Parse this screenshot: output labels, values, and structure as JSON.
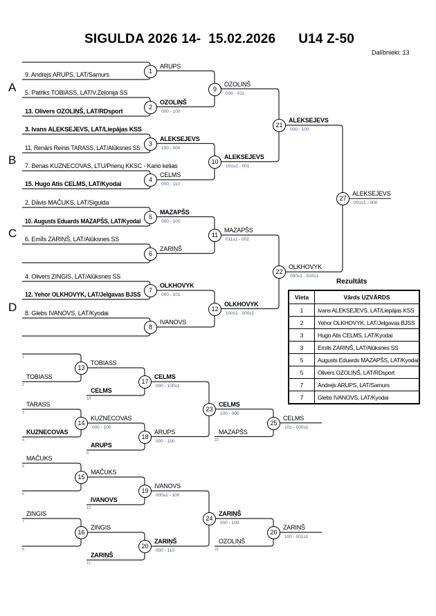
{
  "header": {
    "title": "SIGULDA 2026 14-  15.02.2026      U14 Z-50",
    "participants": "Dalībnieki: 13"
  },
  "pools": [
    "A",
    "B",
    "C",
    "D"
  ],
  "main": {
    "entries": [
      {
        "name": "",
        "highlighted": false
      },
      {
        "name": "9. Andrejs ARUPS, LAT/Samurs",
        "highlighted": false
      },
      {
        "name": "5. Patriks TOBIASS, LAT/V.Zeļonija SS",
        "highlighted": false
      },
      {
        "name": "13. Olivers OZOLIŅŠ, LAT/RDsport",
        "highlighted": true
      },
      {
        "name": "3. Ivans ALEKSEJEVS, LAT/Liepājas KSS",
        "highlighted": true
      },
      {
        "name": "11. Renārs Reinis TARASS, LAT/Alūksnes SS",
        "highlighted": false
      },
      {
        "name": "7. Benas KUZNECOVAS, LTU/Prienų KKSC - Kario kelias",
        "highlighted": false
      },
      {
        "name": "15. Hugo Atis CELMS, LAT/Kyodai",
        "highlighted": true
      },
      {
        "name": "2. Dāvis MAČUKS, LAT/Sigulda",
        "highlighted": false
      },
      {
        "name": "10. Augusts Eduards MAZAPŠS, LAT/Kyodai",
        "highlighted": true
      },
      {
        "name": "6. Emīls ZARIŅŠ, LAT/Alūksnes SS",
        "highlighted": false
      },
      {
        "name": "",
        "highlighted": false
      },
      {
        "name": "4. Olivers ZINGIS, LAT/Alūksnes SS",
        "highlighted": false
      },
      {
        "name": "12. Yehor OLKHOVYK, LAT/Jelgavas BJSS",
        "highlighted": true
      },
      {
        "name": "8. Glebs IVANOVS, LAT/Kyodai",
        "highlighted": false
      },
      {
        "name": "",
        "highlighted": false
      }
    ],
    "matches": [
      {
        "no": "1",
        "winner": "ARUPS",
        "highlighted": false,
        "score": ""
      },
      {
        "no": "2",
        "winner": "OZOLIŅŠ",
        "highlighted": true,
        "score": "000 - 100"
      },
      {
        "no": "3",
        "winner": "ALEKSEJEVS",
        "highlighted": true,
        "score": "100 - 000"
      },
      {
        "no": "4",
        "winner": "CELMS",
        "highlighted": false,
        "score": "000 - 110"
      },
      {
        "no": "5",
        "winner": "MAZAPŠS",
        "highlighted": true,
        "score": "000 - 100"
      },
      {
        "no": "6",
        "winner": "ZARIŅŠ",
        "highlighted": false,
        "score": ""
      },
      {
        "no": "7",
        "winner": "OLKHOVYK",
        "highlighted": true,
        "score": "000 - 101"
      },
      {
        "no": "8",
        "winner": "IVANOVS",
        "highlighted": false,
        "score": ""
      },
      {
        "no": "9",
        "winner": "OZOLIŅŠ",
        "highlighted": false,
        "score": "000 - 011"
      },
      {
        "no": "10",
        "winner": "ALEKSEJEVS",
        "highlighted": true,
        "score": "101s2 - 001"
      },
      {
        "no": "11",
        "winner": "MAZAPŠS",
        "highlighted": false,
        "score": "011s1 - 002"
      },
      {
        "no": "12",
        "winner": "OLKHOVYK",
        "highlighted": true,
        "score": "100s1 - 000s1"
      },
      {
        "no": "21",
        "winner": "ALEKSEJEVS",
        "highlighted": true,
        "score": "000 - 100"
      },
      {
        "no": "22",
        "winner": "OLKHOVYK",
        "highlighted": false,
        "score": "000s1 - 010s1"
      },
      {
        "no": "27",
        "winner": "ALEKSEJEVS",
        "highlighted": false,
        "score": "001s1 - 000"
      }
    ]
  },
  "repechage": {
    "entries": [
      {
        "name": "",
        "seed": "1",
        "highlighted": false
      },
      {
        "name": "TOBIASS",
        "seed": "2",
        "highlighted": false
      },
      {
        "name": "CELMS",
        "seed": "10",
        "highlighted": true
      },
      {
        "name": "TARASS",
        "seed": "3",
        "highlighted": false
      },
      {
        "name": "KUZNECOVAS",
        "seed": "4",
        "highlighted": true
      },
      {
        "name": "ARUPS",
        "seed": "9",
        "highlighted": true
      },
      {
        "name": "MAZAPŠS",
        "seed": "22",
        "highlighted": false
      },
      {
        "name": "MAČUKS",
        "seed": "5",
        "highlighted": false
      },
      {
        "name": "",
        "seed": "6",
        "highlighted": false
      },
      {
        "name": "IVANOVS",
        "seed": "12",
        "highlighted": true
      },
      {
        "name": "ZINGIS",
        "seed": "7",
        "highlighted": false
      },
      {
        "name": "",
        "seed": "8",
        "highlighted": false
      },
      {
        "name": "ZARIŅŠ",
        "seed": "11",
        "highlighted": true
      },
      {
        "name": "OZOLIŅŠ",
        "seed": "21",
        "highlighted": false
      }
    ],
    "matches": [
      {
        "no": "13",
        "winner": "TOBIASS",
        "highlighted": false,
        "score": ""
      },
      {
        "no": "17",
        "winner": "CELMS",
        "highlighted": true,
        "score": "000 - 100s1"
      },
      {
        "no": "14",
        "winner": "KUZNECOVAS",
        "highlighted": false,
        "score": "000 - 100"
      },
      {
        "no": "18",
        "winner": "ARUPS",
        "highlighted": false,
        "score": "000 - 100"
      },
      {
        "no": "23",
        "winner": "CELMS",
        "highlighted": true,
        "score": "100 - 000"
      },
      {
        "no": "25",
        "winner": "CELMS",
        "highlighted": false,
        "score": "101 - 000s1"
      },
      {
        "no": "15",
        "winner": "MAČUKS",
        "highlighted": false,
        "score": ""
      },
      {
        "no": "19",
        "winner": "IVANOVS",
        "highlighted": false,
        "score": "000s1 - 100"
      },
      {
        "no": "16",
        "winner": "ZINGIS",
        "highlighted": false,
        "score": ""
      },
      {
        "no": "20",
        "winner": "ZARIŅŠ",
        "highlighted": true,
        "score": "000 - 110"
      },
      {
        "no": "24",
        "winner": "ZARIŅŠ",
        "highlighted": true,
        "score": "000 - 100"
      },
      {
        "no": "26",
        "winner": "ZARIŅŠ",
        "highlighted": false,
        "score": "100 - 001s1"
      }
    ]
  },
  "results": {
    "title": "Rezultāts",
    "headers": {
      "place": "Vieta",
      "name": "Vārds UZVĀRDS"
    },
    "rows": [
      {
        "place": "1",
        "name": "Ivans ALEKSEJEVS, LAT/Liepājas KSS"
      },
      {
        "place": "2",
        "name": "Yehor OLKHOVYK, LAT/Jelgavas BJSS"
      },
      {
        "place": "3",
        "name": "Hugo Atis CELMS, LAT/Kyodai"
      },
      {
        "place": "3",
        "name": "Emīls ZARIŅŠ, LAT/Alūksnes SS"
      },
      {
        "place": "5",
        "name": "Augusts Eduards MAZAPŠS, LAT/Kyodai"
      },
      {
        "place": "5",
        "name": "Olivers OZOLIŅŠ, LAT/RDsport"
      },
      {
        "place": "7",
        "name": "Andrejs ARUPS, LAT/Samurs"
      },
      {
        "place": "7",
        "name": "Glebs IVANOVS, LAT/Kyodai"
      }
    ]
  }
}
